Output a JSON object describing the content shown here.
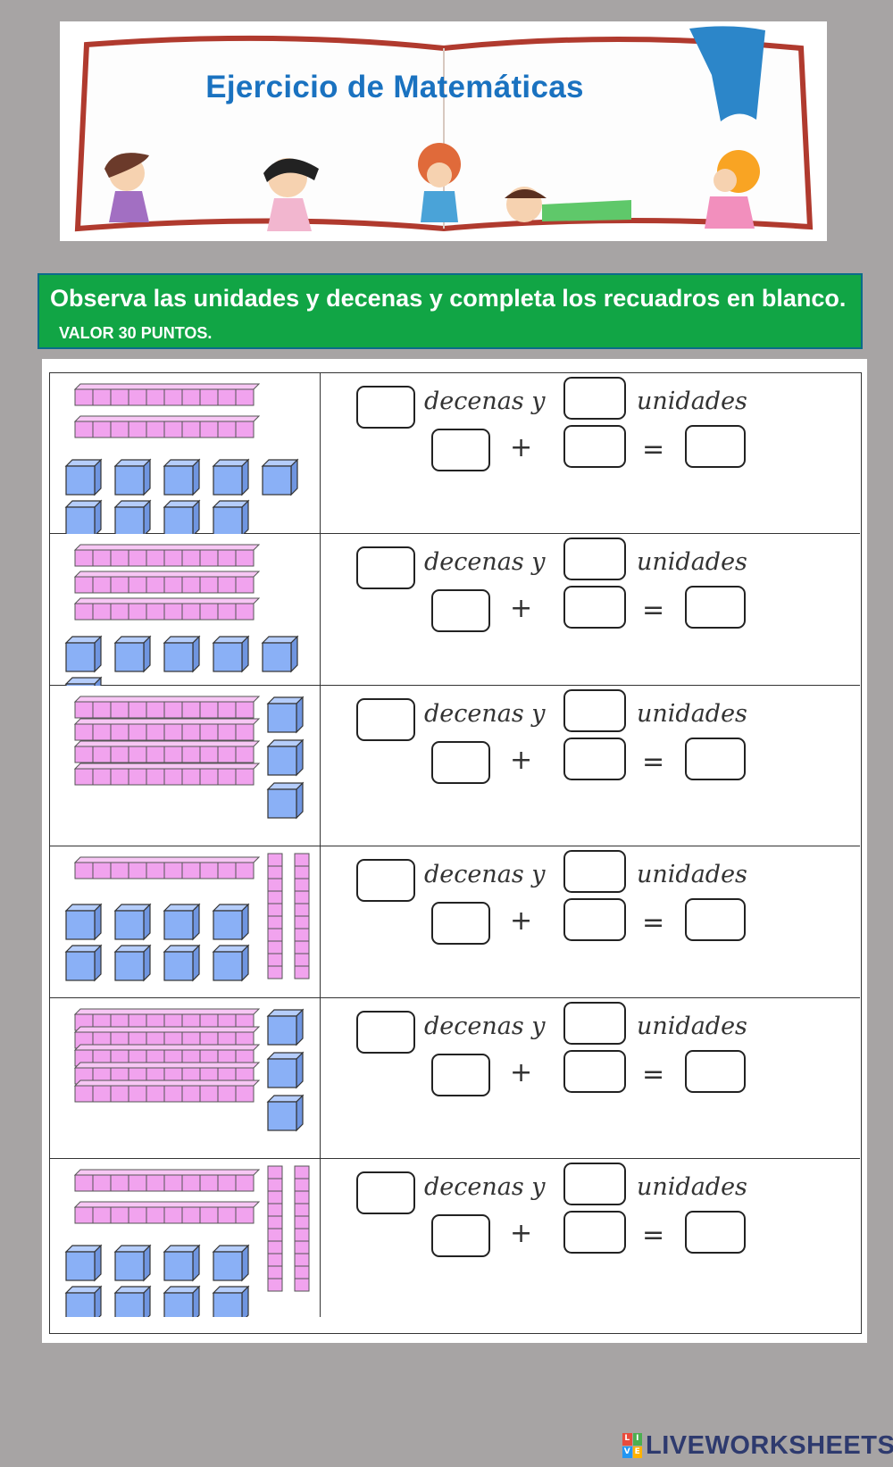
{
  "banner": {
    "title": "Ejercicio de Matemáticas"
  },
  "instructions": {
    "text": "Observa las unidades y decenas y completa los recuadros en blanco.",
    "points": "VALOR 30 PUNTOS."
  },
  "labels": {
    "tens": "decenas y",
    "units": "unidades",
    "plus": "+",
    "equals": "="
  },
  "exercises": [
    {
      "tens_rods": 2,
      "unit_cubes": 9
    },
    {
      "tens_rods": 3,
      "unit_cubes": 6
    },
    {
      "tens_rods": 4,
      "unit_cubes": 3
    },
    {
      "tens_rods": 3,
      "unit_cubes": 8
    },
    {
      "tens_rods": 5,
      "unit_cubes": 3
    },
    {
      "tens_rods": 4,
      "unit_cubes": 8
    }
  ],
  "colors": {
    "rod": "#f1a3ee",
    "cube": "#8ab0f6",
    "banner_title": "#1a72c0",
    "instruction_bg": "#11a545"
  },
  "footer": {
    "brand": "LIVEWORKSHEETS"
  }
}
